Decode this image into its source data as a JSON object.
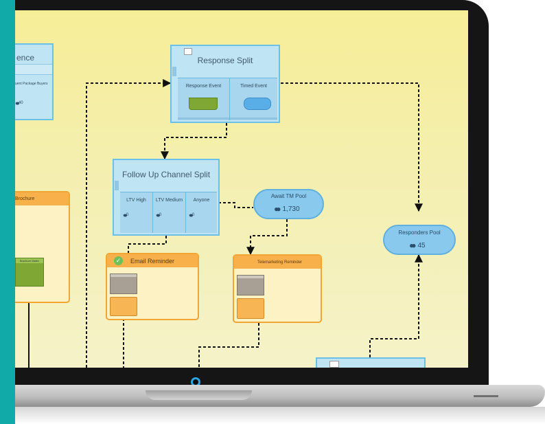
{
  "response_split": {
    "title": "Response Split",
    "cols": [
      "Response Event",
      "Timed Event"
    ]
  },
  "follow_up": {
    "title": "Follow Up Channel Split",
    "cols": [
      "LTV High",
      "LTV Medium",
      "Anyone"
    ],
    "counts": [
      "0",
      "0",
      "0"
    ]
  },
  "left_panel": {
    "title": "ence",
    "subtitle": "uent Package Buyers",
    "count": "40"
  },
  "brochure": {
    "title": "Brochure",
    "card": "Brochure Mailer"
  },
  "await_pool": {
    "title": "Await TM Pool",
    "count": "1,730"
  },
  "responders_pool": {
    "title": "Responders Pool",
    "count": "45"
  },
  "email_reminder": {
    "title": "Email Reminder"
  },
  "telemarketing_reminder": {
    "title": "Telemarketing Reminder"
  },
  "colors": {
    "teal_stripe": "#12aaa8",
    "panel_blue": "#bfe4f4",
    "pool_blue": "#89c9ee",
    "orange": "#f7b04a",
    "canvas_yellow": "#f6ee97",
    "webcam_ring": "#2aa7e0"
  },
  "icons": {
    "people": "people-icon",
    "check": "check-icon",
    "webcam": "webcam-icon"
  }
}
